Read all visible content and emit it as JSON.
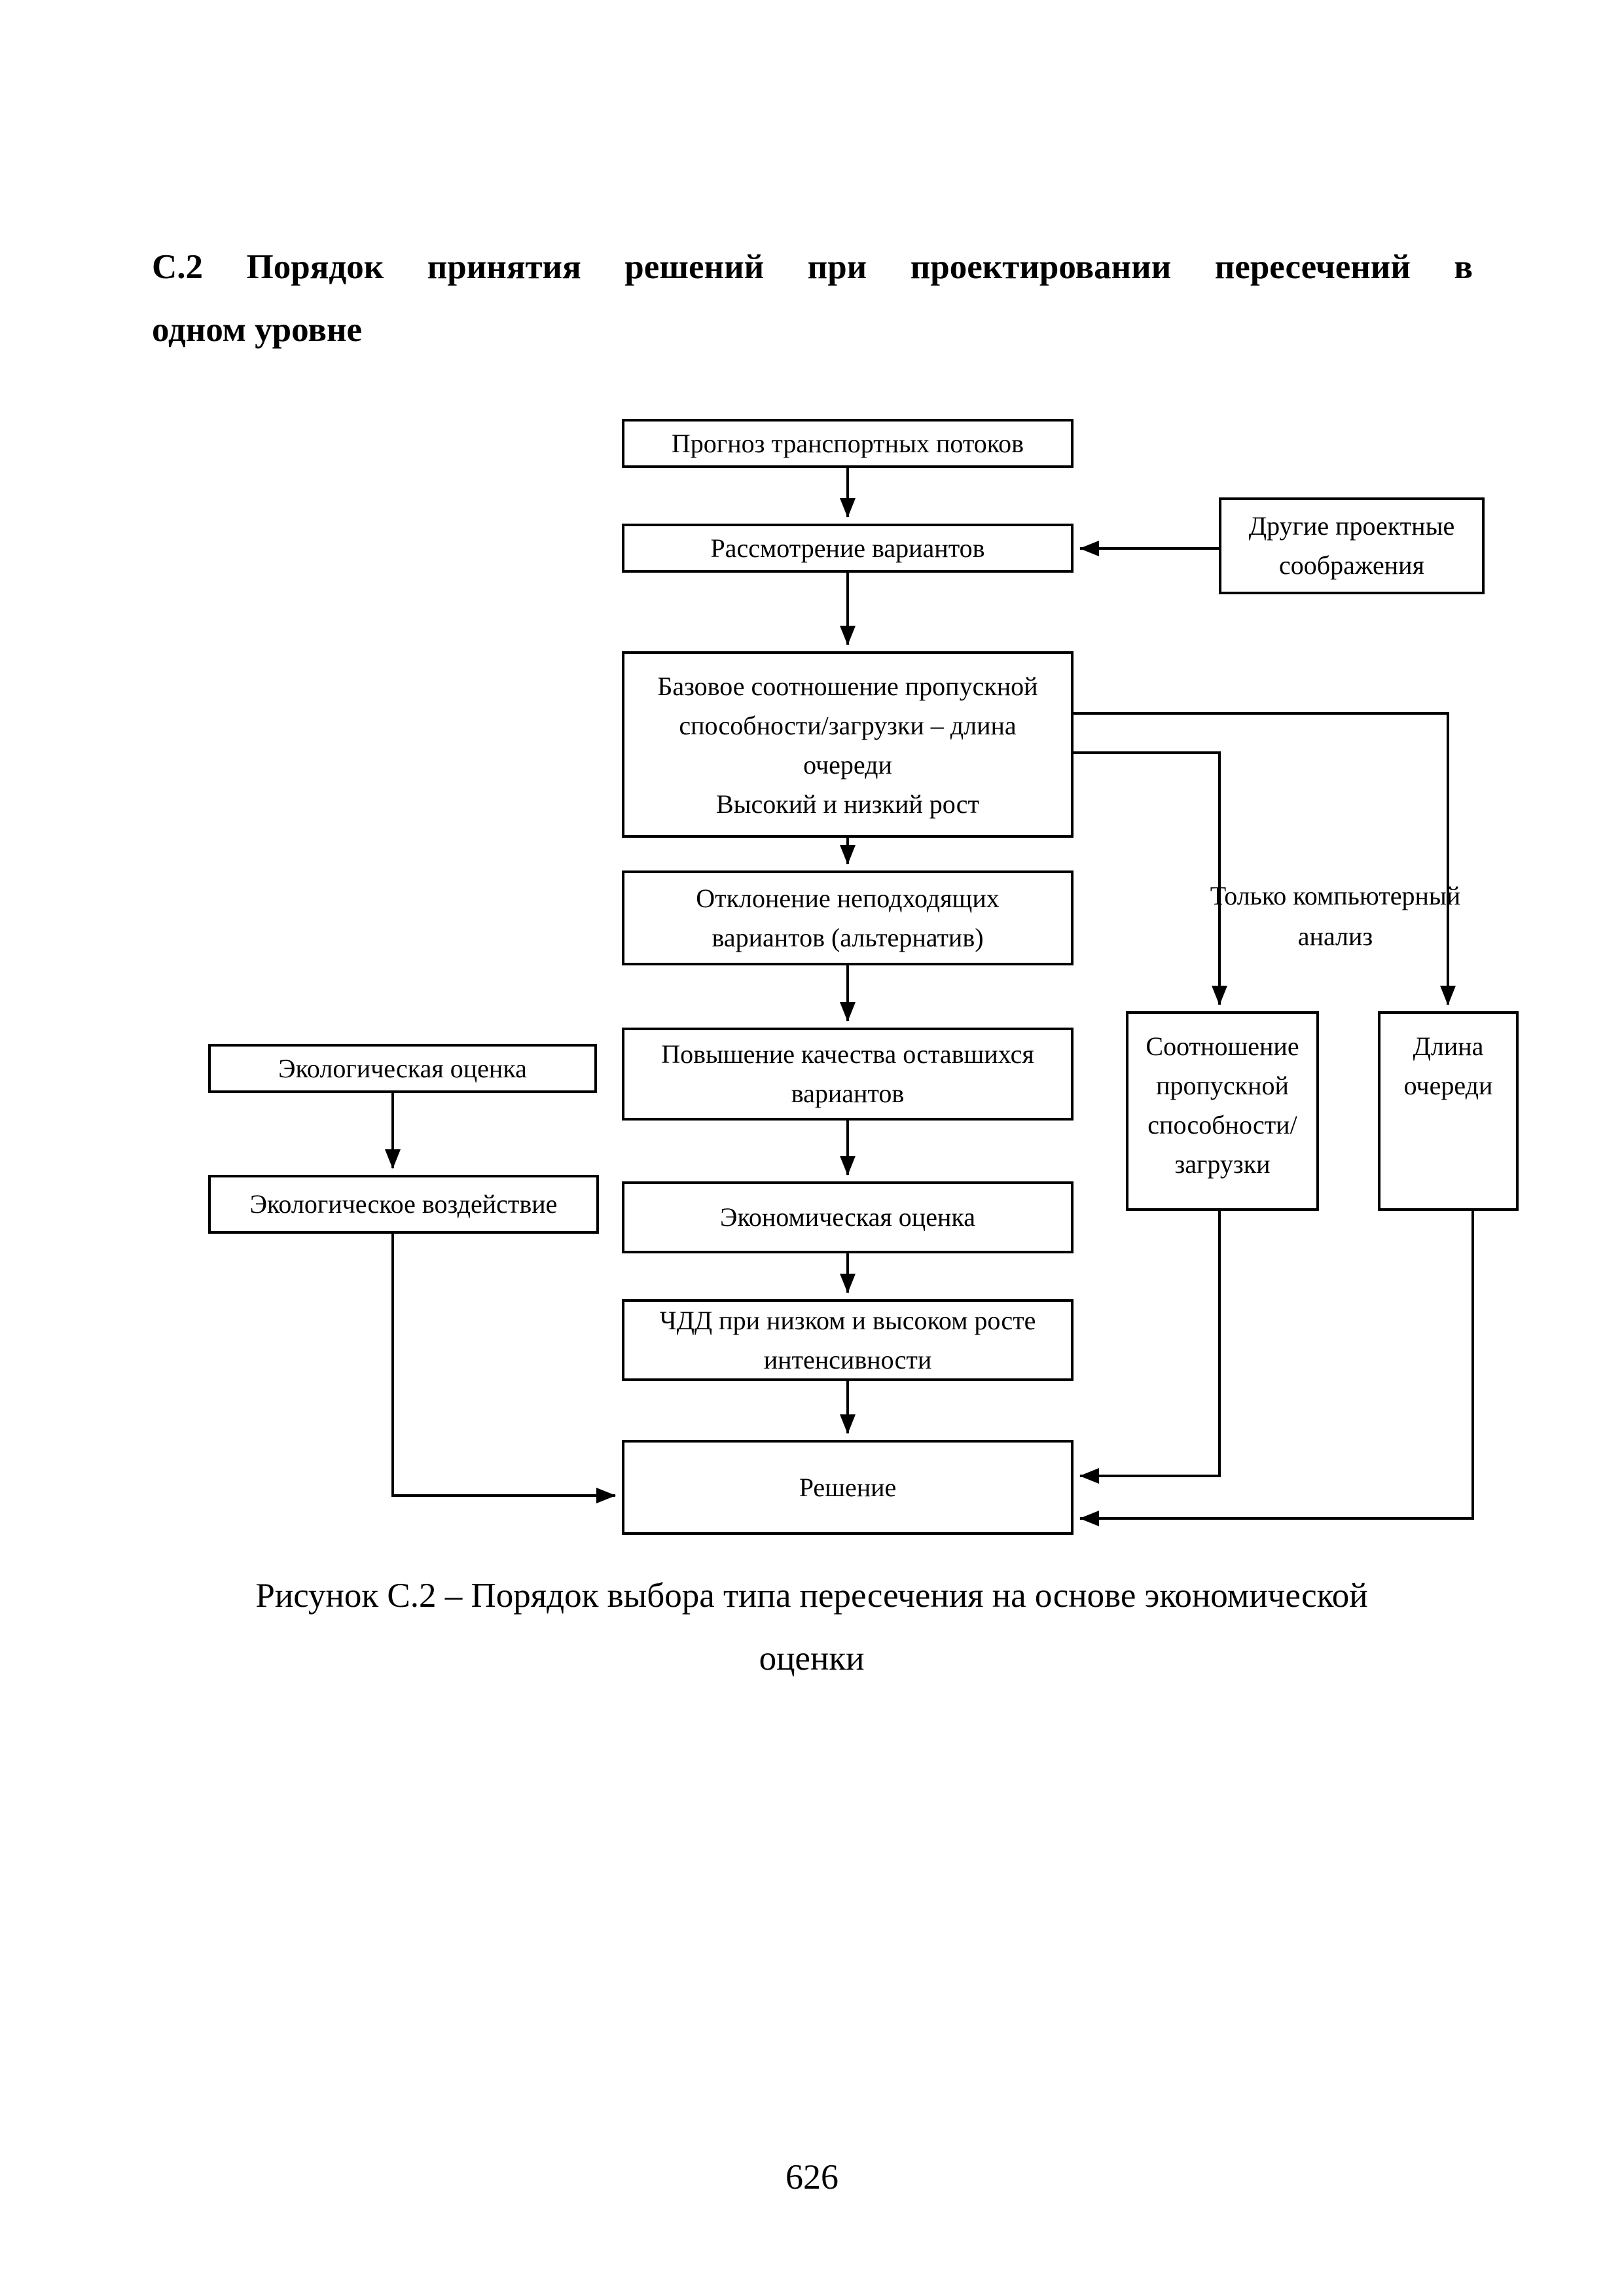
{
  "page": {
    "heading": {
      "line1": "С.2 Порядок принятия решений при проектировании пересечений в",
      "line2": "одном уровне"
    },
    "caption": {
      "line1": "Рисунок С.2 – Порядок выбора типа пересечения на основе экономической",
      "line2": "оценки"
    },
    "page_number": "626"
  },
  "flowchart": {
    "boxes": {
      "forecast": "Прогноз транспортных потоков",
      "consideration": "Рассмотрение вариантов",
      "other_considerations": "Другие проектные\nсоображения",
      "base_ratio": "Базовое соотношение пропускной\nспособности/загрузки – длина\nочереди\nВысокий и низкий рост",
      "reject": "Отклонение неподходящих\nвариантов (альтернатив)",
      "improve": "Повышение качества оставшихся\nвариантов",
      "eco_evaluation": "Экологическая оценка",
      "eco_impact": "Экологическое воздействие",
      "economic_evaluation": "Экономическая оценка",
      "npv": "ЧДД при низком и высоком росте\nинтенсивности",
      "decision": "Решение",
      "capacity_ratio": "Соотношение\nпропускной\nспособности/\nзагрузки",
      "queue_length": "Длина\nочереди"
    },
    "labels": {
      "computer_only": "Только компьютерный\nанализ"
    },
    "colors": {
      "line": "#000000",
      "box_background": "#ffffff"
    }
  }
}
